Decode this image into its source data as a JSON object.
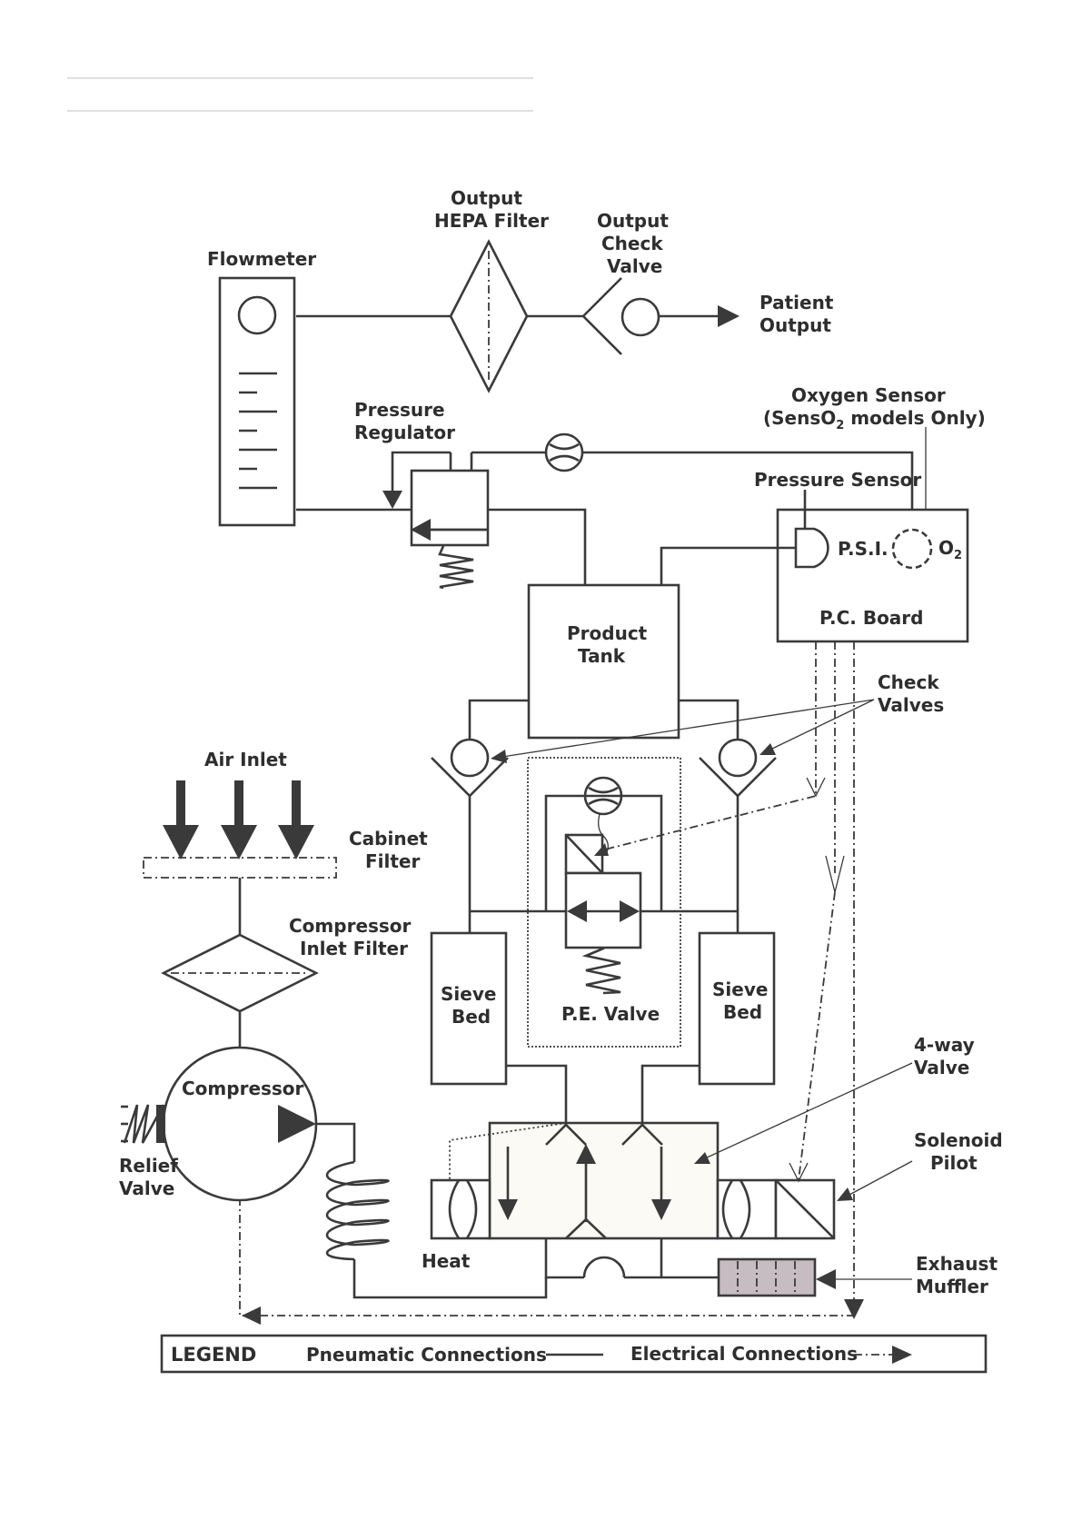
{
  "labels": {
    "flowmeter": "Flowmeter",
    "hepa_line1": "Output",
    "hepa_line2": "HEPA Filter",
    "check_valve_line1": "Output",
    "check_valve_line2": "Check",
    "check_valve_line3": "Valve",
    "patient_line1": "Patient",
    "patient_line2": "Output",
    "regulator_line1": "Pressure",
    "regulator_line2": "Regulator",
    "oxygen_sensor_line1": "Oxygen Sensor",
    "oxygen_sensor_line2_pre": "(SensO",
    "oxygen_sensor_line2_sub": "2",
    "oxygen_sensor_line2_post": " models Only)",
    "pressure_sensor": "Pressure Sensor",
    "psi": "P.S.I.",
    "o2_main": "O",
    "o2_sub": "2",
    "pc_board": "P.C. Board",
    "product_tank_line1": "Product",
    "product_tank_line2": "Tank",
    "check_valves_line1": "Check",
    "check_valves_line2": "Valves",
    "air_inlet": "Air Inlet",
    "cabinet_filter_line1": "Cabinet",
    "cabinet_filter_line2": "Filter",
    "compressor_filter_line1": "Compressor",
    "compressor_filter_line2": "Inlet Filter",
    "sieve_bed_left_line1": "Sieve",
    "sieve_bed_left_line2": "Bed",
    "pe_valve": "P.E. Valve",
    "sieve_bed_right_line1": "Sieve",
    "sieve_bed_right_line2": "Bed",
    "compressor": "Compressor",
    "four_way_line1": "4-way",
    "four_way_line2": "Valve",
    "solenoid_line1": "Solenoid",
    "solenoid_line2": "Pilot",
    "relief_line1": "Relief",
    "relief_line2": "Valve",
    "heat": "Heat",
    "exhaust_line1": "Exhaust",
    "exhaust_line2": "Muffler"
  },
  "legend": {
    "title": "LEGEND",
    "pneumatic": "Pneumatic Connections",
    "electrical": "Electrical Connections"
  }
}
